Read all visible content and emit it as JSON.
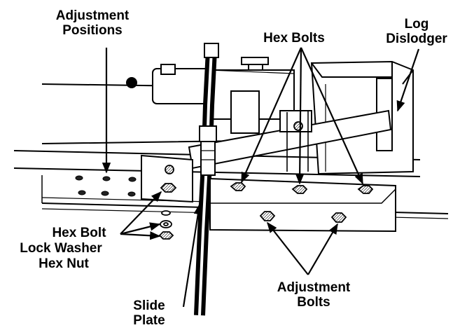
{
  "labels": {
    "adjustment_positions": [
      "Adjustment",
      "Positions"
    ],
    "hex_bolts": "Hex Bolts",
    "log_dislodger": [
      "Log",
      "Dislodger"
    ],
    "hex_bolt": "Hex Bolt",
    "lock_washer": "Lock Washer",
    "hex_nut": "Hex Nut",
    "slide_plate": [
      "Slide",
      "Plate"
    ],
    "adjustment_bolts": [
      "Adjustment",
      "Bolts"
    ]
  }
}
